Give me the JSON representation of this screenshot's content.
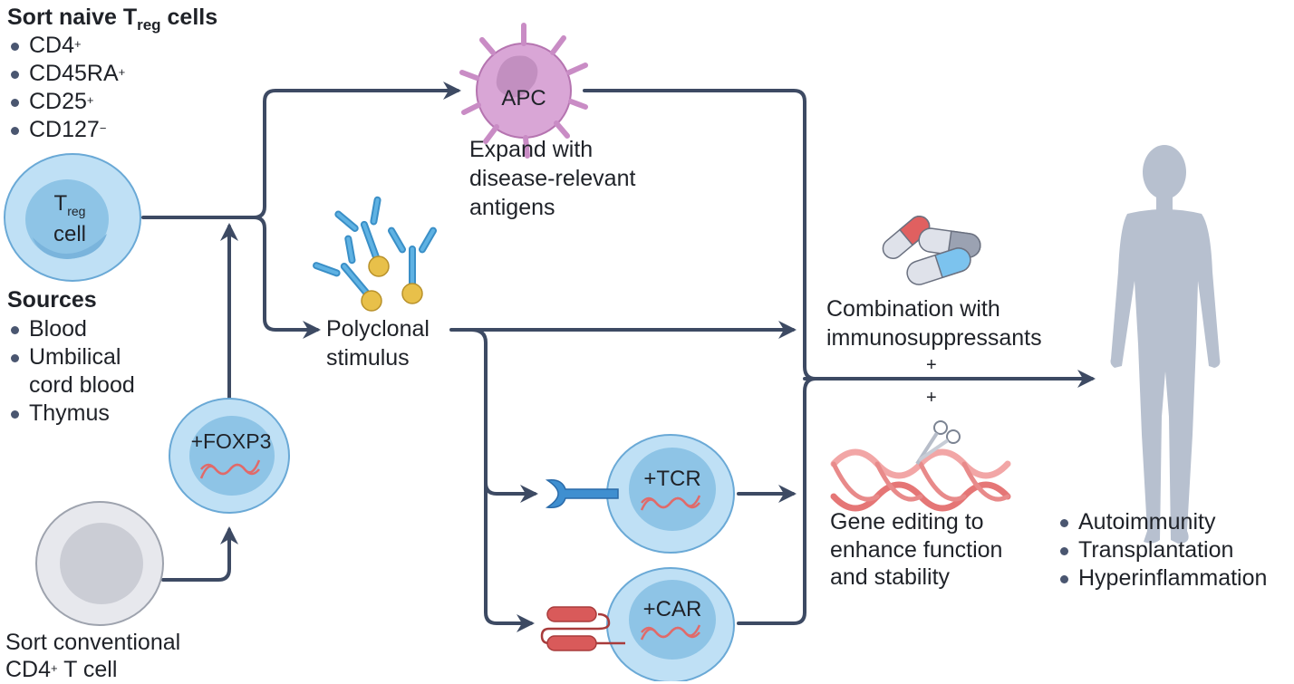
{
  "colors": {
    "arrow": "#3d4a63",
    "treg_cell_outer": "#bfe0f5",
    "treg_cell_nucleus": "#8ec4e6",
    "conventional_cell": "#dcdde3",
    "apc": "#d9a6d6",
    "antibody": "#5fb2e3",
    "antigen_bead": "#e8c04a",
    "dna": "#e06a6a",
    "car": "#d95a5a",
    "human": "#b7c0cf"
  },
  "sort_naive": {
    "title_pre": "Sort naive T",
    "title_sub": "reg",
    "title_post": " cells",
    "markers": [
      {
        "name": "CD4",
        "sup": "+"
      },
      {
        "name": "CD45RA",
        "sup": "+"
      },
      {
        "name": "CD25",
        "sup": "+"
      },
      {
        "name": "CD127",
        "sup": "−"
      }
    ]
  },
  "treg_cell": {
    "label_main": "T",
    "label_sub": "reg",
    "label_line2": "cell"
  },
  "sources": {
    "title": "Sources",
    "items": [
      "Blood",
      "Umbilical",
      "cord blood",
      "Thymus"
    ]
  },
  "foxp3_cell": {
    "label": "+FOXP3"
  },
  "conventional": {
    "line1": "Sort conventional",
    "line2_pre": "CD4",
    "line2_sup": "+",
    "line2_post": " T cell"
  },
  "apc": {
    "label": "APC",
    "caption": [
      "Expand with",
      "disease-relevant",
      "antigens"
    ]
  },
  "polyclonal": {
    "caption": [
      "Polyclonal",
      "stimulus"
    ]
  },
  "tcr_cell": {
    "label": "+TCR"
  },
  "car_cell": {
    "label": "+CAR"
  },
  "combination": {
    "caption": [
      "Combination with",
      "immunosuppressants"
    ],
    "plus_top": "+",
    "plus_bottom": "+"
  },
  "gene_editing": {
    "caption": [
      "Gene editing to",
      "enhance function",
      "and stability"
    ]
  },
  "indications": {
    "items": [
      "Autoimmunity",
      "Transplantation",
      "Hyperinflammation"
    ]
  }
}
